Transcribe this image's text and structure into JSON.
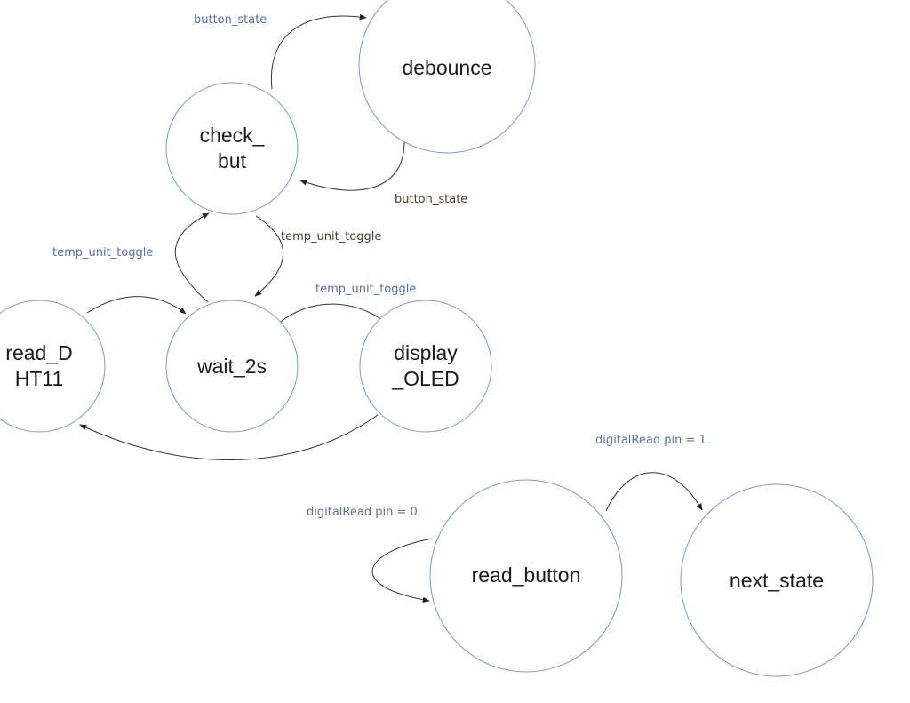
{
  "colors": {
    "circle_stroke": "#7f97c4",
    "arrow_stroke": "#333333",
    "label_blue": "#5b6f9a",
    "label_dark": "#4a3b2a"
  },
  "states": {
    "debounce": {
      "lines": [
        "debounce"
      ]
    },
    "check_but": {
      "lines": [
        "check_",
        "but"
      ]
    },
    "read_dht11": {
      "lines": [
        "read_D",
        "HT11"
      ]
    },
    "wait_2s": {
      "lines": [
        "wait_2s"
      ]
    },
    "display_oled": {
      "lines": [
        "display",
        "_OLED"
      ]
    },
    "read_button": {
      "lines": [
        "read_button"
      ]
    },
    "next_state": {
      "lines": [
        "next_state"
      ]
    }
  },
  "transitions": {
    "check_to_debounce": "button_state",
    "debounce_to_check": "button_state",
    "wait_to_check": "temp_unit_toggle",
    "check_to_wait": "temp_unit_toggle",
    "wait_to_display": "temp_unit_toggle",
    "read_button_self": "digitalRead pin = 0",
    "read_button_to_next": "digitalRead pin = 1"
  }
}
